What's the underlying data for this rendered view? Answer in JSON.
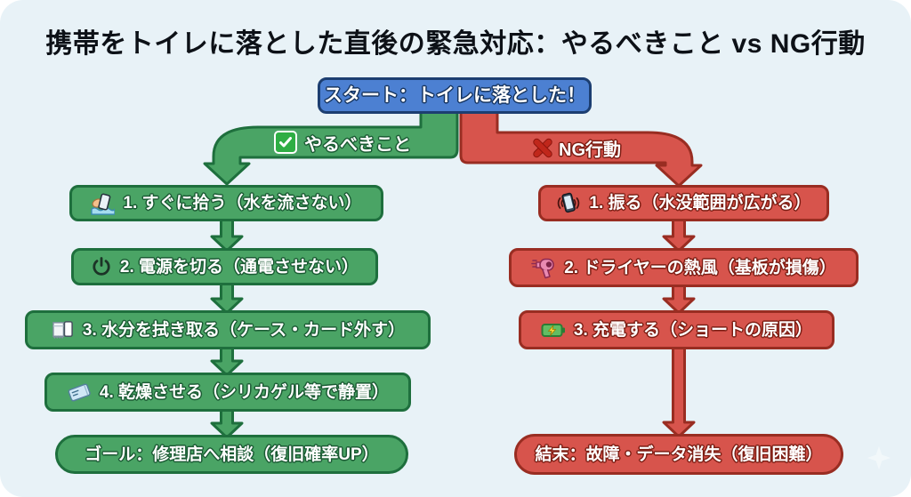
{
  "title": "携帯をトイレに落とした直後の緊急対応：やるべきこと vs NG行動",
  "start": {
    "label": "スタート：トイレに落とした！"
  },
  "branches": {
    "do": {
      "label": "やるべきこと",
      "icon": "check-badge-icon"
    },
    "ng": {
      "label": "NG行動",
      "icon": "cross-mark-icon"
    }
  },
  "do_steps": [
    {
      "icon": "pickup-phone-icon",
      "label": "1. すぐに拾う（水を流さない）"
    },
    {
      "icon": "power-icon",
      "label": "2. 電源を切る（通電させない）"
    },
    {
      "icon": "wipe-towel-icon",
      "label": "3. 水分を拭き取る（ケース・カード外す）"
    },
    {
      "icon": "silica-gel-icon",
      "label": "4. 乾燥させる（シリカゲル等で静置）"
    }
  ],
  "do_goal": {
    "label": "ゴール：修理店へ相談（復旧確率UP）"
  },
  "ng_steps": [
    {
      "icon": "vibrating-phone-icon",
      "label": "1. 振る（水没範囲が広がる）"
    },
    {
      "icon": "hair-dryer-icon",
      "label": "2. ドライヤーの熱風（基板が損傷）"
    },
    {
      "icon": "charging-battery-icon",
      "label": "3. 充電する（ショートの原因）"
    }
  ],
  "ng_end": {
    "label": "結末：故障・データ消失（復旧困難）"
  },
  "colors": {
    "background": "#e8f2f7",
    "do_fill": "#4aa465",
    "do_border": "#1e6f3d",
    "ng_fill": "#d7544c",
    "ng_border": "#992d22",
    "start_fill": "#4c80d2",
    "start_border": "#1c3e71"
  }
}
